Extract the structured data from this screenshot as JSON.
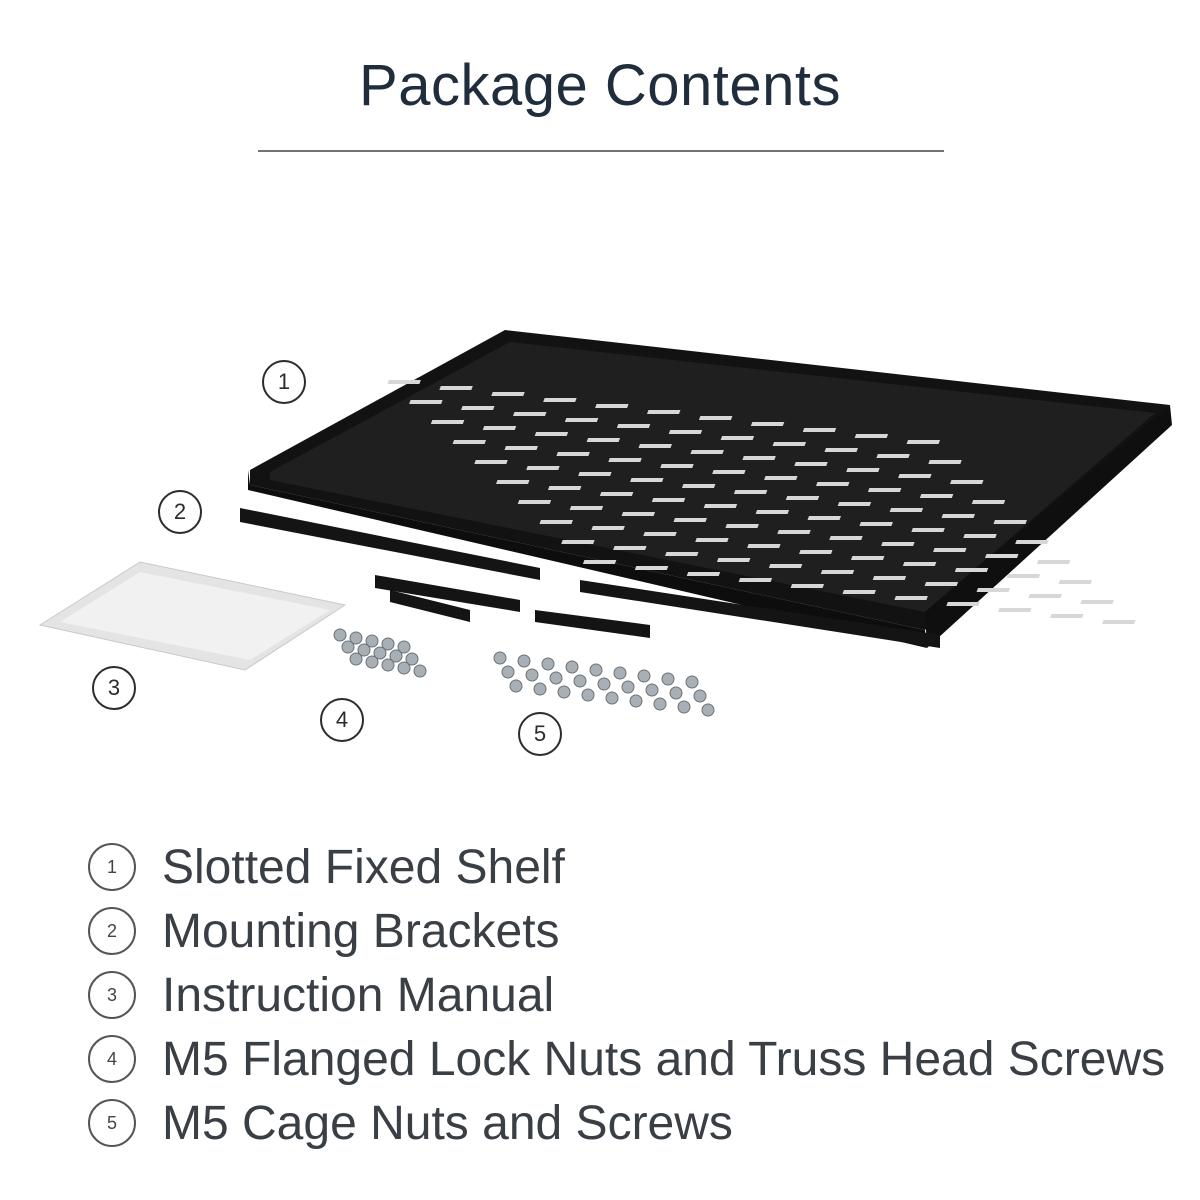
{
  "title": "Package Contents",
  "callouts": [
    "1",
    "2",
    "3",
    "4",
    "5"
  ],
  "items": [
    {
      "number": "1",
      "label": "Slotted Fixed Shelf"
    },
    {
      "number": "2",
      "label": "Mounting Brackets"
    },
    {
      "number": "3",
      "label": "Instruction Manual"
    },
    {
      "number": "4",
      "label": "M5 Flanged Lock Nuts and Truss Head Screws"
    },
    {
      "number": "5",
      "label": "M5 Cage Nuts and Screws"
    }
  ],
  "colors": {
    "shelf": "#161616",
    "slot": "#e8e8e8",
    "manual": "#e9e9e9",
    "screw": "#a9b0b5"
  }
}
